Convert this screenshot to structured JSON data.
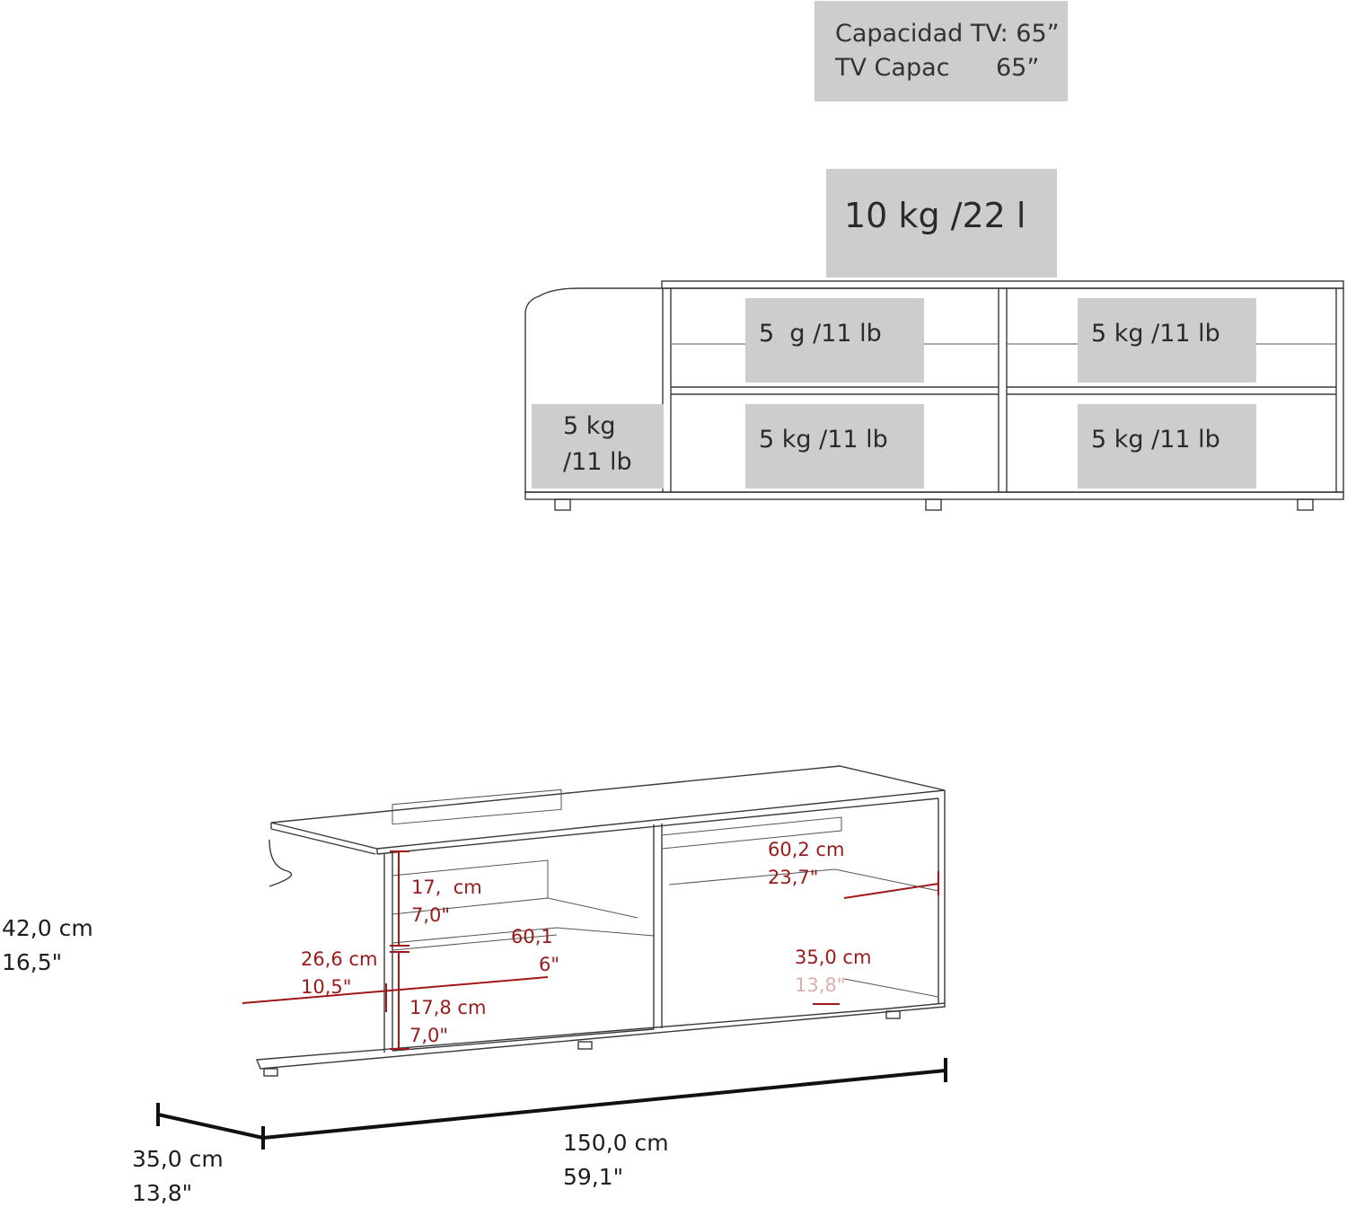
{
  "capacity_box": {
    "line1": "Capacidad TV: 65”",
    "line2": "TV Capac      65”"
  },
  "top_load": {
    "label": "10 kg /22 l"
  },
  "shelf_loads": {
    "upper_left": "5  g /11 lb",
    "upper_right": "5 kg /11 lb",
    "lower_left": "5 kg /11 lb",
    "lower_right": "5 kg /11 lb",
    "side_line1": "5 kg",
    "side_line2": "/11 lb"
  },
  "dimensions": {
    "height_cm": "42,0 cm",
    "height_in": "16,5\"",
    "depth_cm": "35,0 cm",
    "depth_in": "13,8\"",
    "width_cm": "150,0 cm",
    "width_in": "59,1\""
  },
  "inner_dimensions": {
    "upper_shelf_cm": "17,  cm",
    "upper_shelf_in": "7,0\"",
    "left_width_cm": "60,1",
    "left_width_in": "6\"",
    "left_depth_cm": "26,6 cm",
    "left_depth_in": "10,5\"",
    "lower_shelf_cm": "17,8 cm",
    "lower_shelf_in": "7,0\"",
    "right_width_cm": "60,2 cm",
    "right_width_in": "23,7\"",
    "right_depth_cm": "35,0 cm",
    "right_depth_in": "13,8\""
  },
  "colors": {
    "label_box": "#cdcdcd",
    "dimension_red": "#a01818",
    "line": "#3a3a3a"
  }
}
